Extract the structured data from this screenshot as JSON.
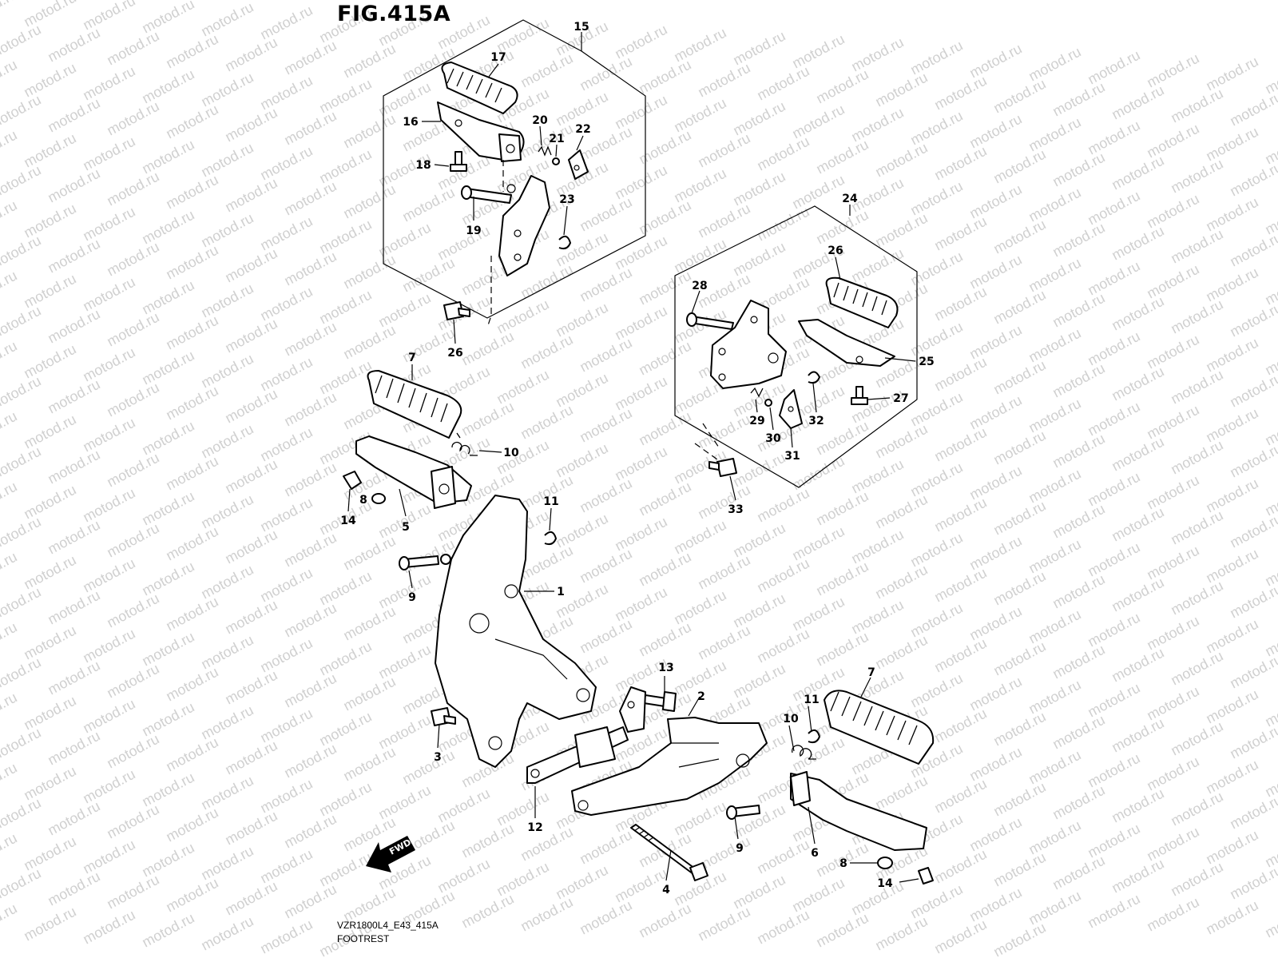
{
  "figure": {
    "title": "FIG.415A",
    "code": "VZR1800L4_E43_415A",
    "caption": "FOOTREST",
    "watermark": "motod.ru",
    "fwd_label": "FWD"
  },
  "callouts": [
    {
      "id": "c15",
      "text": "15"
    },
    {
      "id": "c17",
      "text": "17"
    },
    {
      "id": "c16",
      "text": "16"
    },
    {
      "id": "c20",
      "text": "20"
    },
    {
      "id": "c21",
      "text": "21"
    },
    {
      "id": "c22",
      "text": "22"
    },
    {
      "id": "c18",
      "text": "18"
    },
    {
      "id": "c23",
      "text": "23"
    },
    {
      "id": "c19",
      "text": "19"
    },
    {
      "id": "c26a",
      "text": "26"
    },
    {
      "id": "c24",
      "text": "24"
    },
    {
      "id": "c26b",
      "text": "26"
    },
    {
      "id": "c28",
      "text": "28"
    },
    {
      "id": "c25",
      "text": "25"
    },
    {
      "id": "c27",
      "text": "27"
    },
    {
      "id": "c29",
      "text": "29"
    },
    {
      "id": "c32",
      "text": "32"
    },
    {
      "id": "c30",
      "text": "30"
    },
    {
      "id": "c31",
      "text": "31"
    },
    {
      "id": "c33",
      "text": "33"
    },
    {
      "id": "c7a",
      "text": "7"
    },
    {
      "id": "c10a",
      "text": "10"
    },
    {
      "id": "c8a",
      "text": "8"
    },
    {
      "id": "c14a",
      "text": "14"
    },
    {
      "id": "c5",
      "text": "5"
    },
    {
      "id": "c11a",
      "text": "11"
    },
    {
      "id": "c9a",
      "text": "9"
    },
    {
      "id": "c1",
      "text": "1"
    },
    {
      "id": "c13",
      "text": "13"
    },
    {
      "id": "c2",
      "text": "2"
    },
    {
      "id": "c7b",
      "text": "7"
    },
    {
      "id": "c11b",
      "text": "11"
    },
    {
      "id": "c10b",
      "text": "10"
    },
    {
      "id": "c3",
      "text": "3"
    },
    {
      "id": "c12",
      "text": "12"
    },
    {
      "id": "c9b",
      "text": "9"
    },
    {
      "id": "c6",
      "text": "6"
    },
    {
      "id": "c8b",
      "text": "8"
    },
    {
      "id": "c14b",
      "text": "14"
    },
    {
      "id": "c4",
      "text": "4"
    }
  ]
}
